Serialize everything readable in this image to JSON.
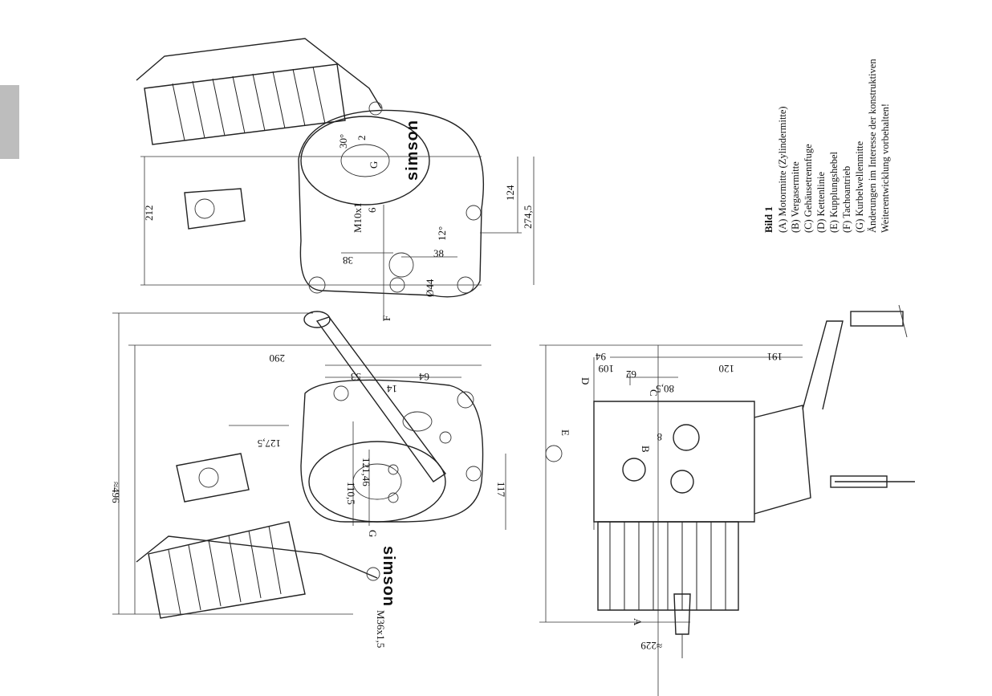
{
  "figure": {
    "brand": "simson",
    "legend": {
      "title": "Bild 1",
      "items": [
        "(A) Motormitte (Zylindermitte)",
        "(B) Vergasermitte",
        "(C) Gehäusetrennfuge",
        "(D) Kettenlinie",
        "(E) Kupplungshebel",
        "(F) Tachoantrieb",
        "(G) Kurbelwellenmitte"
      ],
      "note_lines": [
        "Änderungen im Interesse der konstruktiven",
        "Weiterentwicklung vorbehalten!"
      ]
    },
    "top_view": {
      "dims": [
        "212",
        "124",
        "274,5",
        "38",
        "38",
        "30°",
        "2",
        "12°",
        "Ø44",
        "M10x1",
        "6"
      ],
      "letters": [
        "G",
        "F"
      ]
    },
    "left_view": {
      "dims": [
        "≈496",
        "290",
        "53",
        "64",
        "14",
        "127,5",
        "110,5",
        "121,46",
        "117",
        "G",
        "M36x1,5"
      ]
    },
    "front_view": {
      "dims": [
        "94",
        "191",
        "109",
        "120",
        "62",
        "80,5",
        "8",
        "≈229"
      ],
      "letters": [
        "A",
        "B",
        "C",
        "D",
        "E"
      ]
    }
  }
}
